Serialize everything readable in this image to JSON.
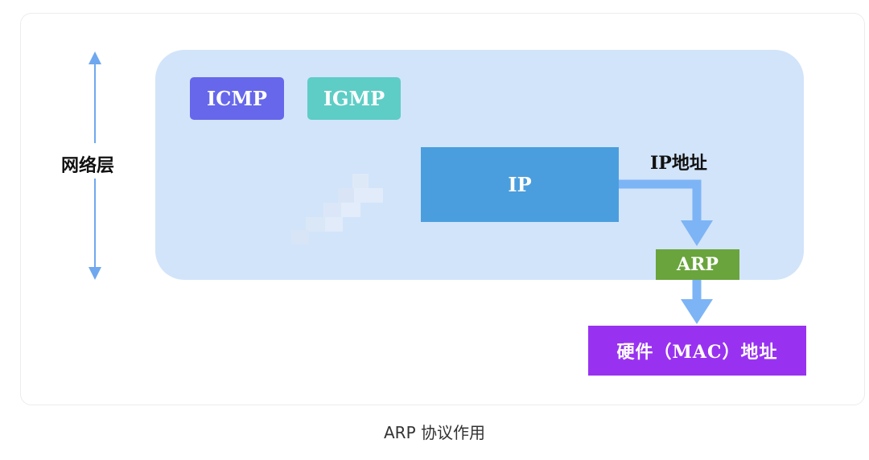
{
  "diagram": {
    "layer_label": "网络层",
    "protocols": {
      "icmp": "ICMP",
      "igmp": "IGMP",
      "ip": "IP",
      "arp": "ARP"
    },
    "ip_address_label": "IP地址",
    "hardware_address_label": "硬件（MAC）地址"
  },
  "caption": "ARP 协议作用",
  "colors": {
    "layer_background": "#d2e4fa",
    "icmp": "#6667ea",
    "igmp": "#5ecdc6",
    "ip": "#4a9edd",
    "arp": "#6aa43c",
    "mac": "#9932f0",
    "arrow": "#7db4f5",
    "layer_arrow": "#6fa8ee"
  }
}
